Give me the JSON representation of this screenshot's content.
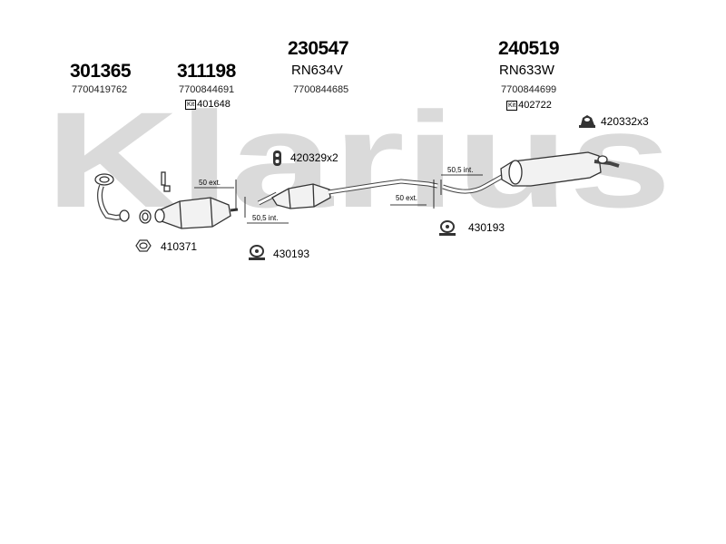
{
  "watermark": {
    "text": "Klarius",
    "color": "#d9d9d9"
  },
  "parts": [
    {
      "number": "301365",
      "oe": "7700419762"
    },
    {
      "number": "311198",
      "oe": "7700844691",
      "kit": "401648"
    },
    {
      "number": "230547",
      "code": "RN634V",
      "oe": "7700844685"
    },
    {
      "number": "240519",
      "code": "RN633W",
      "oe": "7700844699",
      "kit": "402722"
    }
  ],
  "kit_icon_label": "Kit",
  "fittings": [
    {
      "ref": "420332x3",
      "icon": "rubber-mount-icon"
    },
    {
      "ref": "420329x2",
      "icon": "rubber-hanger-icon"
    },
    {
      "ref": "410371",
      "icon": "gasket-icon"
    },
    {
      "ref": "430193",
      "icon": "clamp-icon"
    },
    {
      "ref": "430193",
      "icon": "clamp-icon"
    }
  ],
  "dimensions": {
    "d1": "50 ext.",
    "d2": "50,5 int.",
    "d3": "50,5 int.",
    "d4": "50 ext."
  }
}
